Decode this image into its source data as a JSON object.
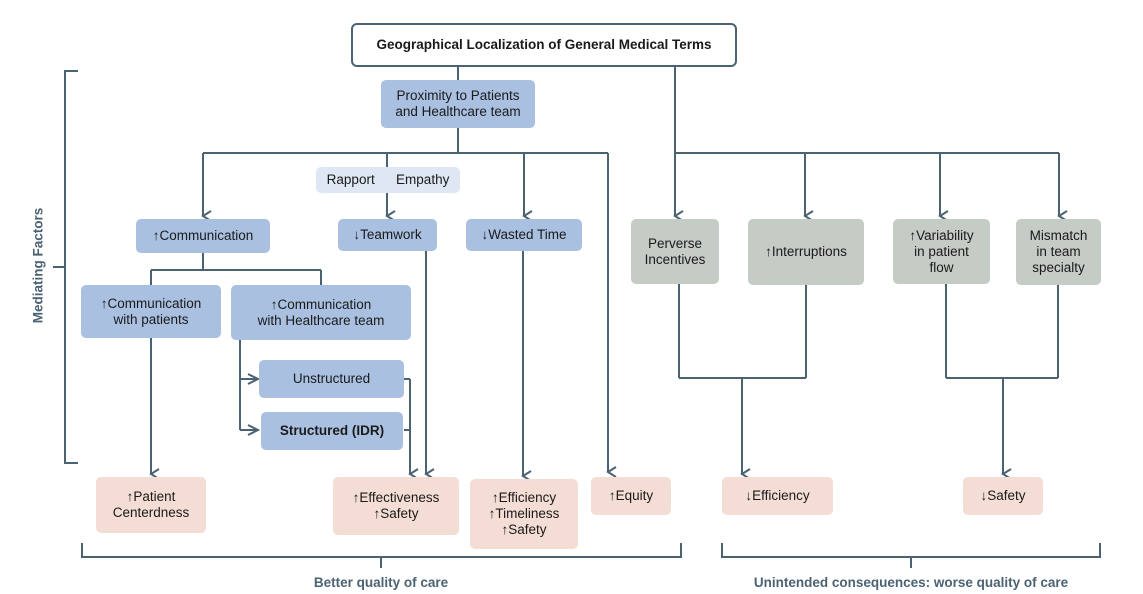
{
  "title": "Geographical Localization of General Medical Terms",
  "root_child": "Proximity to Patients\nand Healthcare team",
  "tags": [
    "Rapport",
    "Empathy"
  ],
  "mediating": {
    "communication": "↑Communication",
    "teamwork": "↓Teamwork",
    "wasted_time": "↓Wasted Time",
    "comm_patients": "↑Communication\nwith patients",
    "comm_team": "↑Communication\nwith Healthcare team",
    "unstructured": "Unstructured",
    "structured": "Structured (IDR)"
  },
  "negative_factors": {
    "perverse": "Perverse\nIncentives",
    "interruptions": "↑Interruptions",
    "variability": "↑Variability\nin patient\nflow",
    "mismatch": "Mismatch\nin team\nspecialty"
  },
  "outcomes": {
    "patient_centerdness": "↑Patient\nCenterdness",
    "effectiveness_safety": "↑Effectiveness\n↑Safety",
    "efficiency_timeliness_safety": "↑Efficiency\n↑Timeliness\n↑Safety",
    "equity": "↑Equity",
    "dec_efficiency": "↓Efficiency",
    "dec_safety": "↓Safety"
  },
  "labels": {
    "mediating_factors": "Mediating Factors",
    "better_quality": "Better quality of care",
    "worse_quality": "Unintended consequences: worse quality of care"
  },
  "colors": {
    "line": "#4b6273",
    "positive_factor": "#a9c0e1",
    "negative_factor": "#c5cbc5",
    "outcome": "#f4ddd5"
  }
}
